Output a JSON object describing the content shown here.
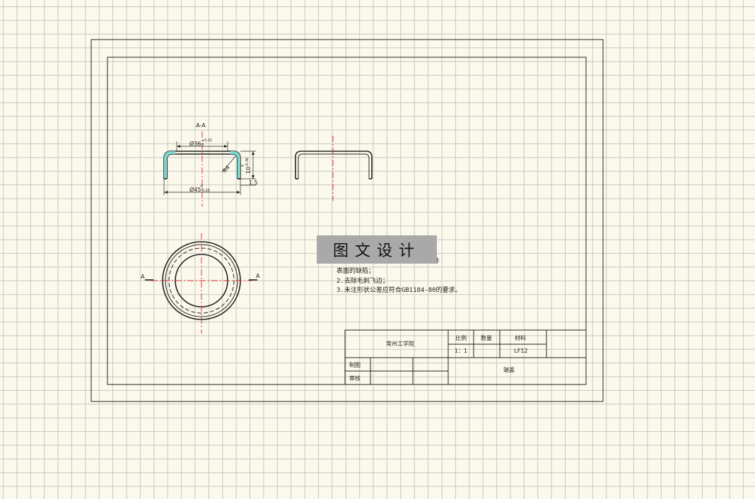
{
  "section_label": "A-A",
  "dimensions": {
    "inner_diameter": "Ø36",
    "inner_tol_upper": "+0.21",
    "inner_tol_lower": "0",
    "radius": "R4",
    "height": "10",
    "height_tol_upper": "0",
    "height_tol_lower": "-0.36",
    "thickness": "1.5",
    "outer_diameter": "Ø45",
    "outer_tol_upper": "0",
    "outer_tol_lower": "-0.25"
  },
  "cut_marks": {
    "left": "A",
    "right": "A"
  },
  "watermark": "图文设计",
  "notes": [
    "1.表面不得有划伤、擦伤等损伤零件",
    "表面的缺陷；",
    "2.去除毛刺飞边；",
    "3.未注形状公差应符合GB1184-80的要求。"
  ],
  "title_block": {
    "school": "常州工学院",
    "scale_label": "比例",
    "quantity_label": "数量",
    "material_label": "材料",
    "scale_value": "1：1",
    "quantity_value": "",
    "material_value": "LF12",
    "drawn_label": "制图",
    "checked_label": "审核",
    "part_name": "端盖"
  },
  "colors": {
    "background": "#fbf9ec",
    "grid": "#c8c6c0",
    "line": "#222222",
    "center_line": "#e53333",
    "section_fill": "#7fd6d0",
    "watermark_box": "#a9a9a9"
  }
}
